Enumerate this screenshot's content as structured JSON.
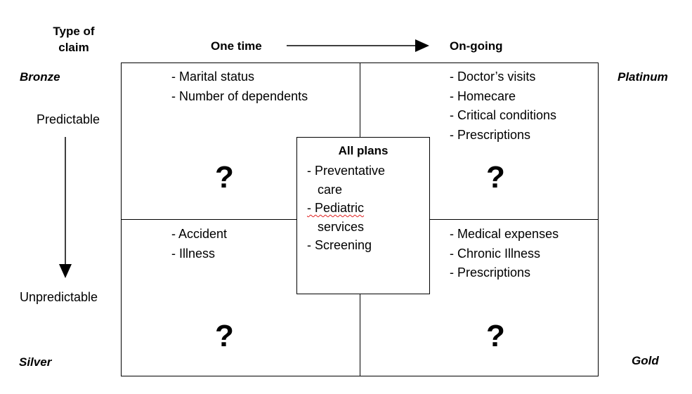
{
  "header": {
    "type_of_claim": "Type of\nclaim",
    "one_time": "One time",
    "ongoing": "On-going"
  },
  "tiers": {
    "top_left": "Bronze",
    "top_right": "Platinum",
    "bottom_left": "Silver",
    "bottom_right": "Gold"
  },
  "vertical_axis": {
    "top_label": "Predictable",
    "bottom_label": "Unpredictable"
  },
  "quadrants": {
    "top_left": {
      "items": [
        "- Marital status",
        "- Number of dependents"
      ],
      "mark": "?"
    },
    "top_right": {
      "items": [
        "- Doctor’s visits",
        "- Homecare",
        "- Critical conditions",
        "- Prescriptions"
      ],
      "mark": "?"
    },
    "bottom_left": {
      "items": [
        "- Accident",
        "- Illness"
      ],
      "mark": "?"
    },
    "bottom_right": {
      "items": [
        "- Medical expenses",
        "- Chronic Illness",
        "- Prescriptions"
      ],
      "mark": "?"
    }
  },
  "center": {
    "title": "All plans",
    "items": [
      "- Preventative",
      "   care",
      "- Pediatric",
      "   services",
      "- Screening"
    ]
  }
}
